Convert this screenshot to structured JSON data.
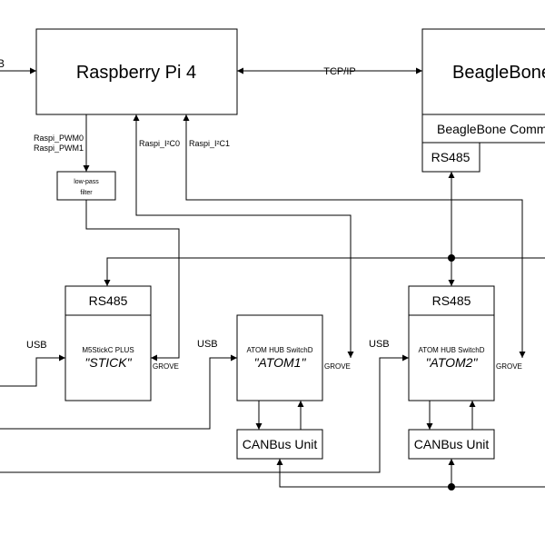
{
  "labels": {
    "left_edge_b": "B",
    "raspi": "Raspberry Pi 4",
    "beaglebone": "BeagleBone",
    "beaglebone_comm": "BeagleBone Comm",
    "bb_rs485": "RS485",
    "tcpip": "TCP/IP",
    "raspi_pwm0": "Raspi_PWM0",
    "raspi_pwm1": "Raspi_PWM1",
    "raspi_i2c0": "Raspi_I²C0",
    "raspi_i2c1": "Raspi_I²C1",
    "lowpass_line1": "low-pass",
    "lowpass_line2": "filter",
    "stick_rs485": "RS485",
    "stick_model": "M5StickC PLUS",
    "stick_name": "\"STICK\"",
    "stick_grove": "GROVE",
    "stick_usb": "USB",
    "atom1_model": "ATOM HUB SwitchD",
    "atom1_name": "\"ATOM1\"",
    "atom1_grove": "GROVE",
    "atom1_usb": "USB",
    "atom2_rs485": "RS485",
    "atom2_model": "ATOM HUB SwitchD",
    "atom2_name": "\"ATOM2\"",
    "atom2_grove": "GROVE",
    "atom2_usb": "USB",
    "canbus1": "CANBus Unit",
    "canbus2": "CANBus Unit"
  }
}
